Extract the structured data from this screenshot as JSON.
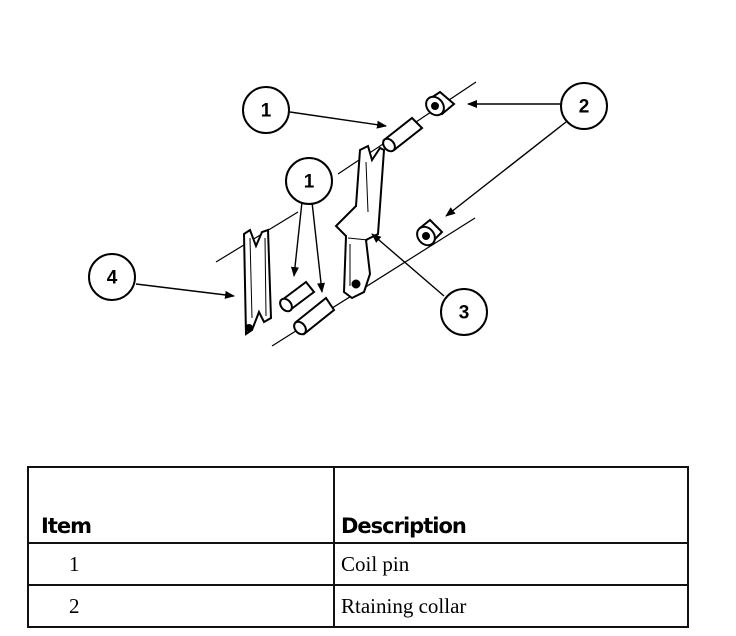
{
  "callouts": [
    "1",
    "2",
    "1",
    "4",
    "3"
  ],
  "table": {
    "headers": {
      "item": "Item",
      "description": "Description"
    },
    "rows": [
      {
        "item": "1",
        "description": "Coil pin"
      },
      {
        "item": "2",
        "description": "Rtaining collar"
      }
    ]
  }
}
